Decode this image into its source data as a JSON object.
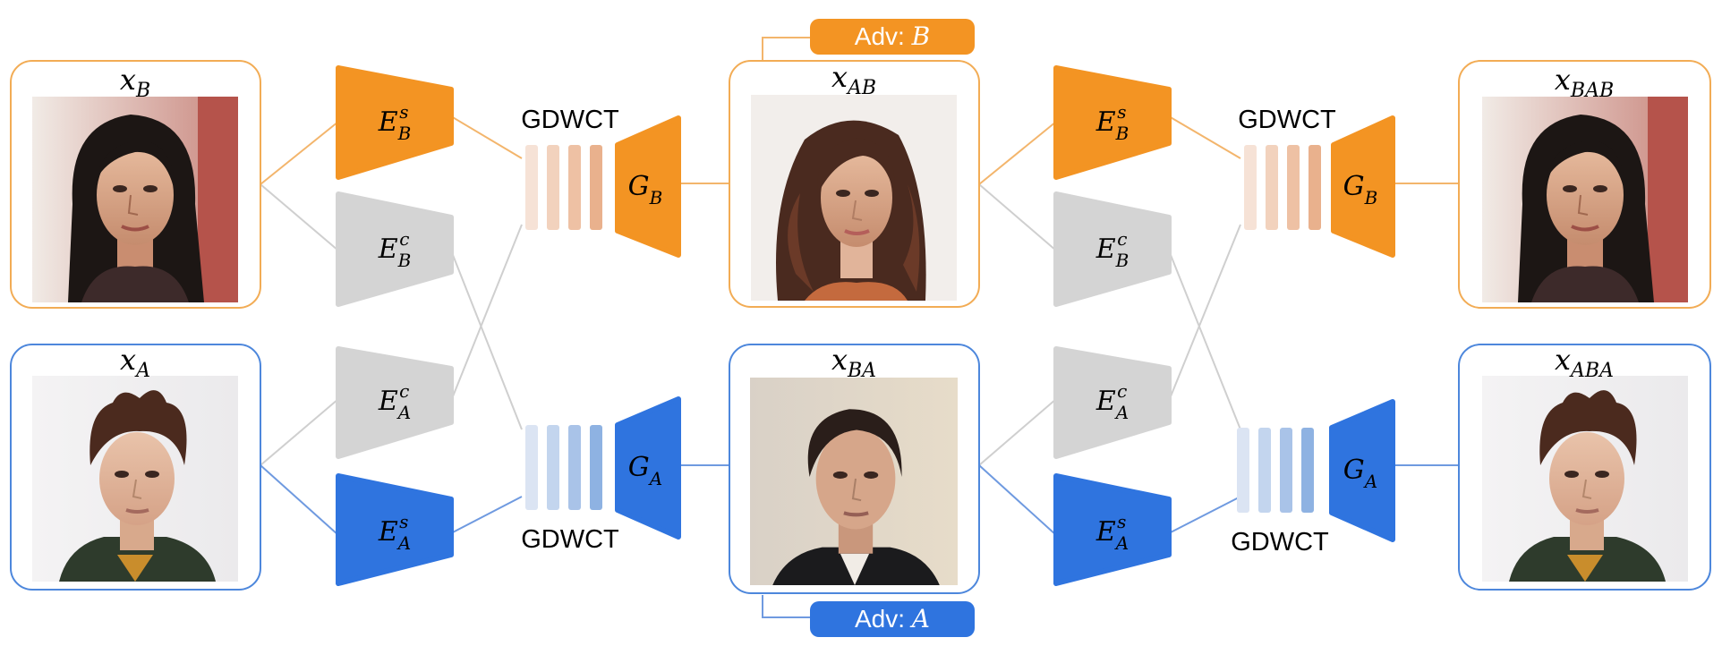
{
  "colors": {
    "orange": "#f39423",
    "orange_frame": "#f2ac55",
    "blue": "#2f74df",
    "blue_frame": "#4d87dc",
    "gray": "#d4d4d4",
    "line_gray": "#cfcfcf",
    "orange_bars": [
      "#f6e2d6",
      "#f2d2bd",
      "#eec1a4",
      "#e9b18d"
    ],
    "blue_bars": [
      "#dbe4f3",
      "#c3d5ee",
      "#a9c3e8",
      "#8eb2e2"
    ]
  },
  "images": {
    "x_B": {
      "label": "x",
      "sub": "B",
      "photo": "woman-dark-hair-photo"
    },
    "x_AB": {
      "label": "x",
      "sub": "AB",
      "photo": "woman-brown-hair-photo"
    },
    "x_BAB": {
      "label": "x",
      "sub": "BAB",
      "photo": "woman-dark-hair-photo"
    },
    "x_A": {
      "label": "x",
      "sub": "A",
      "photo": "young-man-photo"
    },
    "x_BA": {
      "label": "x",
      "sub": "BA",
      "photo": "man-dark-hair-photo"
    },
    "x_ABA": {
      "label": "x",
      "sub": "ABA",
      "photo": "young-man-photo"
    }
  },
  "encoders": {
    "E_B_s": {
      "main": "E",
      "sub": "B",
      "sup": "s"
    },
    "E_B_c": {
      "main": "E",
      "sub": "B",
      "sup": "c"
    },
    "E_A_c": {
      "main": "E",
      "sub": "A",
      "sup": "c"
    },
    "E_A_s": {
      "main": "E",
      "sub": "A",
      "sup": "s"
    }
  },
  "generators": {
    "G_B": {
      "main": "G",
      "sub": "B"
    },
    "G_A": {
      "main": "G",
      "sub": "A"
    }
  },
  "gdwct_label": "GDWCT",
  "adv_B": {
    "prefix": "Adv: ",
    "var": "B"
  },
  "adv_A": {
    "prefix": "Adv: ",
    "var": "A"
  }
}
